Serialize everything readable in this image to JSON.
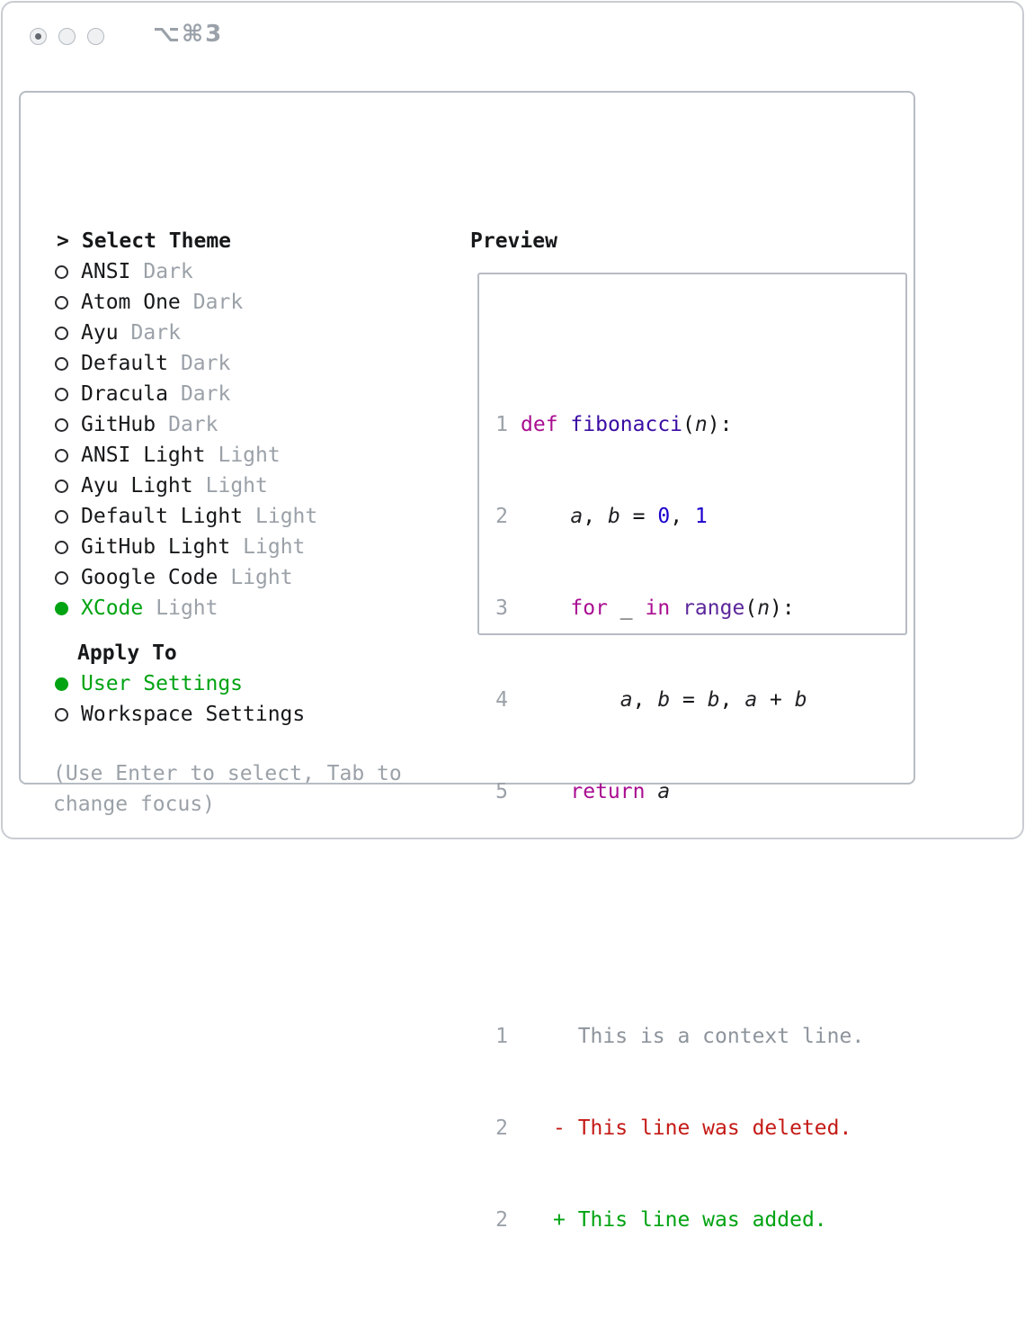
{
  "window": {
    "shortcut_label": "⌥⌘3"
  },
  "colors": {
    "green": "#00a312",
    "keyword": "#a90d91",
    "function": "#3a0ca3",
    "builtin": "#5b269a",
    "number": "#1c01ce",
    "variable": "#222226",
    "plain": "#141417",
    "muted": "#9ba1a8",
    "gutter": "#9ba1a8",
    "diff_context": "#8d949c",
    "diff_deleted": "#c41a16",
    "diff_added": "#00a312"
  },
  "theme_picker": {
    "title_prefix": ">",
    "title": "Select Theme",
    "themes": [
      {
        "name": "ANSI",
        "variant": "Dark",
        "selected": false
      },
      {
        "name": "Atom One",
        "variant": "Dark",
        "selected": false
      },
      {
        "name": "Ayu",
        "variant": "Dark",
        "selected": false
      },
      {
        "name": "Default",
        "variant": "Dark",
        "selected": false
      },
      {
        "name": "Dracula",
        "variant": "Dark",
        "selected": false
      },
      {
        "name": "GitHub",
        "variant": "Dark",
        "selected": false
      },
      {
        "name": "ANSI Light",
        "variant": "Light",
        "selected": false
      },
      {
        "name": "Ayu Light",
        "variant": "Light",
        "selected": false
      },
      {
        "name": "Default Light",
        "variant": "Light",
        "selected": false
      },
      {
        "name": "GitHub Light",
        "variant": "Light",
        "selected": false
      },
      {
        "name": "Google Code",
        "variant": "Light",
        "selected": false
      },
      {
        "name": "XCode",
        "variant": "Light",
        "selected": true
      }
    ],
    "apply_to": {
      "title": "Apply To",
      "options": [
        {
          "label": "User Settings",
          "selected": true
        },
        {
          "label": "Workspace Settings",
          "selected": false
        }
      ]
    },
    "hint_lines": [
      "(Use Enter to select, Tab to",
      "change focus)"
    ]
  },
  "preview": {
    "title": "Preview",
    "code": [
      {
        "num": "1",
        "tokens": [
          {
            "text": "def",
            "type": "kw"
          },
          {
            "text": " ",
            "type": "pl"
          },
          {
            "text": "fibonacci",
            "type": "fn"
          },
          {
            "text": "(",
            "type": "pl"
          },
          {
            "text": "n",
            "type": "var"
          },
          {
            "text": "):",
            "type": "pl"
          }
        ]
      },
      {
        "num": "2",
        "tokens": [
          {
            "text": "    ",
            "type": "pl"
          },
          {
            "text": "a",
            "type": "var"
          },
          {
            "text": ", ",
            "type": "pl"
          },
          {
            "text": "b",
            "type": "var"
          },
          {
            "text": " = ",
            "type": "pl"
          },
          {
            "text": "0",
            "type": "num"
          },
          {
            "text": ", ",
            "type": "pl"
          },
          {
            "text": "1",
            "type": "num"
          }
        ]
      },
      {
        "num": "3",
        "tokens": [
          {
            "text": "    ",
            "type": "pl"
          },
          {
            "text": "for",
            "type": "kw"
          },
          {
            "text": " ",
            "type": "pl"
          },
          {
            "text": "_",
            "type": "var"
          },
          {
            "text": " ",
            "type": "pl"
          },
          {
            "text": "in",
            "type": "kw"
          },
          {
            "text": " ",
            "type": "pl"
          },
          {
            "text": "range",
            "type": "bi"
          },
          {
            "text": "(",
            "type": "pl"
          },
          {
            "text": "n",
            "type": "var"
          },
          {
            "text": "):",
            "type": "pl"
          }
        ]
      },
      {
        "num": "4",
        "tokens": [
          {
            "text": "        ",
            "type": "pl"
          },
          {
            "text": "a",
            "type": "var"
          },
          {
            "text": ", ",
            "type": "pl"
          },
          {
            "text": "b",
            "type": "var"
          },
          {
            "text": " = ",
            "type": "pl"
          },
          {
            "text": "b",
            "type": "var"
          },
          {
            "text": ", ",
            "type": "pl"
          },
          {
            "text": "a",
            "type": "var"
          },
          {
            "text": " + ",
            "type": "pl"
          },
          {
            "text": "b",
            "type": "var"
          }
        ]
      },
      {
        "num": "5",
        "tokens": [
          {
            "text": "    ",
            "type": "pl"
          },
          {
            "text": "return",
            "type": "kw"
          },
          {
            "text": " ",
            "type": "pl"
          },
          {
            "text": "a",
            "type": "var"
          }
        ]
      }
    ],
    "diff": [
      {
        "num": "1",
        "type": "context",
        "prefix": "  ",
        "text": "This is a context line."
      },
      {
        "num": "2",
        "type": "deleted",
        "prefix": "- ",
        "text": "This line was deleted."
      },
      {
        "num": "2",
        "type": "added",
        "prefix": "+ ",
        "text": "This line was added."
      }
    ]
  }
}
